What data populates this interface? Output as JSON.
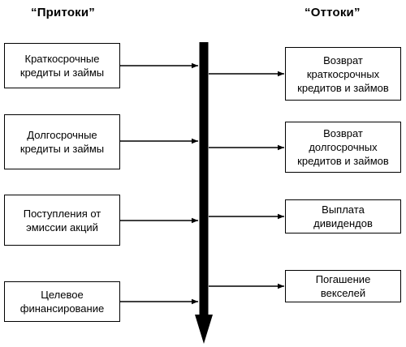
{
  "headers": {
    "inflows": "“Притоки”",
    "outflows": "“Оттоки”"
  },
  "inflows": [
    "Краткосрочные кредиты и займы",
    "Долгосрочные кредиты и займы",
    "Поступления от эмиссии акций",
    "Целевое финансирование"
  ],
  "inflow_lines": [
    [
      "Краткосрочные",
      "кредиты и займы"
    ],
    [
      "Долгосрочные",
      "кредиты и займы"
    ],
    [
      "Поступления от",
      "эмиссии акций"
    ],
    [
      "Целевое",
      "финансирование"
    ]
  ],
  "outflows": [
    "Возврат краткосрочных кредитов и займов",
    "Возврат долгосрочных кредитов и займов",
    "Выплата дивидендов",
    "Погашение векселей"
  ],
  "outflow_lines": [
    [
      "Возврат",
      "краткосрочных",
      "кредитов и займов"
    ],
    [
      "Возврат",
      "долгосрочных",
      "кредитов и займов"
    ],
    [
      "Выплата",
      "дивидендов"
    ],
    [
      "Погашение",
      "векселей"
    ]
  ],
  "colors": {
    "stroke": "#000000",
    "background": "#ffffff"
  }
}
